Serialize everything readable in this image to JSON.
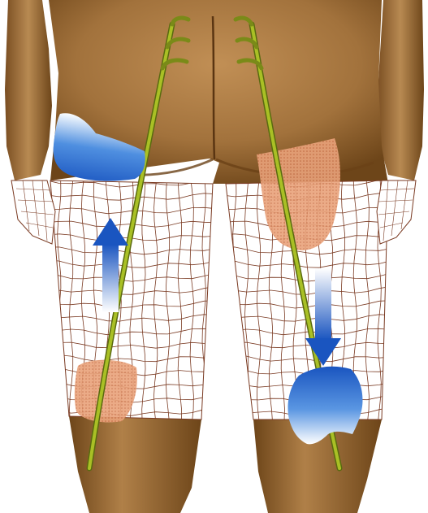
{
  "illustration": {
    "colors": {
      "background": "#ffffff",
      "skin": "#a2723c",
      "skin_dark": "#6d4519",
      "skin_light": "#c79a62",
      "mesh_line": "#7a3a22",
      "nerve": "#9fb51e",
      "nerve_dark": "#5a6a10",
      "pad_blue": "#1e5fc8",
      "flap_orange": "#e9a27a"
    },
    "elements": {
      "left_upper_pad": "blue-pad",
      "left_lower_flap": "orange-flap",
      "left_arrow": "arrow-up",
      "right_upper_flap": "orange-flap",
      "right_lower_pad": "blue-pad",
      "right_arrow": "arrow-down"
    }
  }
}
